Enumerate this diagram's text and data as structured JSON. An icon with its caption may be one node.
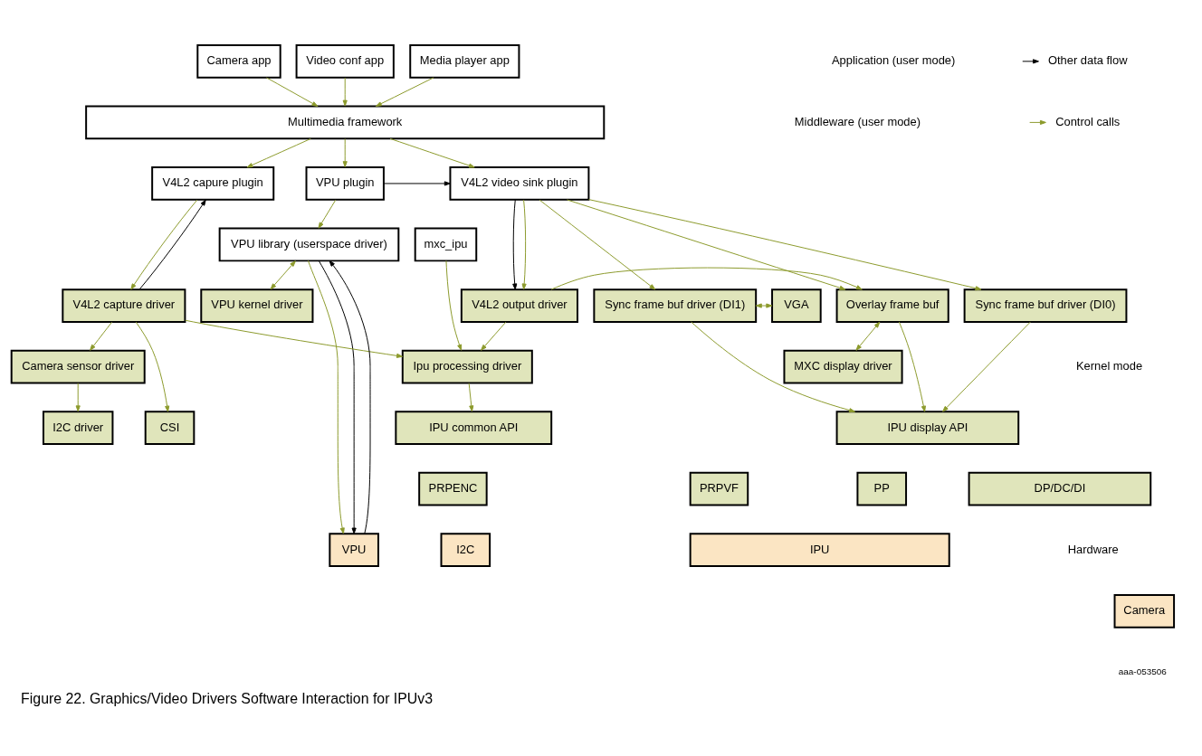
{
  "diagram": {
    "caption": "Figure 22. Graphics/Video Drivers Software Interaction for IPUv3",
    "nodes": [
      {
        "text": [
          "Camera app"
        ]
      },
      {
        "text": [
          "Video conf app"
        ]
      },
      {
        "text": [
          "Media player app"
        ]
      },
      {
        "text": [
          "Multimedia framework"
        ]
      },
      {
        "text": [
          "V4L2 capure plugin"
        ]
      },
      {
        "text": [
          "V4L2 video sink plugin"
        ]
      },
      {
        "text": [
          "VPU plugin"
        ]
      },
      {
        "text": [
          "mxc_ipu"
        ]
      },
      {
        "text": [
          "VPU library (userspace driver)"
        ]
      },
      {
        "text": [
          "V4L2 capture driver"
        ]
      },
      {
        "text": [
          "V4L2 output driver"
        ]
      },
      {
        "text": [
          "Overlay frame buf"
        ]
      },
      {
        "text": [
          "Sync frame buf driver (DI0)"
        ]
      },
      {
        "text": [
          "Sync frame buf driver (DI1)"
        ]
      },
      {
        "text": [
          "VGA"
        ]
      },
      {
        "text": [
          "VPU kernel driver"
        ]
      },
      {
        "text": [
          "Camera sensor driver"
        ]
      },
      {
        "text": [
          "Ipu processing driver"
        ]
      },
      {
        "text": [
          "MXC display driver"
        ]
      },
      {
        "text": [
          "I2C driver"
        ]
      },
      {
        "text": [
          "CSI"
        ]
      },
      {
        "text": [
          "IPU common API"
        ]
      },
      {
        "text": [
          "IPU display API"
        ]
      },
      {
        "text": [
          "PRPENC"
        ]
      },
      {
        "text": [
          "PRPVF"
        ]
      },
      {
        "text": [
          "PP"
        ]
      },
      {
        "text": [
          "DP/DC/DI"
        ]
      },
      {
        "text": [
          "I2C"
        ]
      },
      {
        "text": [
          "Camera"
        ]
      },
      {
        "text": [
          "IPU"
        ]
      },
      {
        "text": [
          "VPU"
        ]
      }
    ],
    "edges": [
      {
        "from": 0,
        "to": 3,
        "arrow": "to"
      },
      {
        "from": 1,
        "to": 3,
        "arrow": "to"
      },
      {
        "from": 2,
        "to": 3,
        "arrow": "to"
      },
      {
        "from": 3,
        "to": 4,
        "arrow": "to"
      },
      {
        "from": 3,
        "to": 5,
        "arrow": "to"
      },
      {
        "from": 3,
        "to": 6,
        "arrow": "to"
      },
      {
        "from": 6,
        "to": 5,
        "arrow": "to",
        "color": "#000000"
      },
      {
        "from": 6,
        "to": 8,
        "arrow": "to"
      },
      {
        "from": 4,
        "to": 9,
        "arrow": "to"
      },
      {
        "from": 9,
        "to": 4,
        "arrow": "to",
        "color": "#000000"
      },
      {
        "from": 7,
        "to": 17,
        "arrow": "to"
      },
      {
        "from": 5,
        "to": 10,
        "arrow": "to",
        "color": "#000000"
      },
      {
        "from": 5,
        "to": 10,
        "arrow": "to"
      },
      {
        "from": 5,
        "to": 11,
        "arrow": "to"
      },
      {
        "from": 5,
        "to": 12,
        "arrow": "to"
      },
      {
        "from": 5,
        "to": 13,
        "arrow": "to"
      },
      {
        "from": 8,
        "to": 15,
        "arrow": "both"
      },
      {
        "from": 8,
        "to": 30,
        "arrow": "to"
      },
      {
        "from": 8,
        "to": 30,
        "arrow": "to",
        "color": "#000000"
      },
      {
        "from": 30,
        "to": 8,
        "arrow": "to",
        "color": "#000000"
      },
      {
        "from": 9,
        "to": 17,
        "arrow": "to"
      },
      {
        "from": 10,
        "to": 17,
        "arrow": "to"
      },
      {
        "from": 10,
        "to": 11,
        "arrow": "to"
      },
      {
        "from": 13,
        "to": 14,
        "arrow": "both"
      },
      {
        "from": 9,
        "to": 16,
        "arrow": "to"
      },
      {
        "from": 9,
        "to": 20,
        "arrow": "to"
      },
      {
        "from": 17,
        "to": 21,
        "arrow": "to"
      },
      {
        "from": 16,
        "to": 19,
        "arrow": "to"
      },
      {
        "from": 11,
        "to": 22,
        "arrow": "to"
      },
      {
        "from": 12,
        "to": 22,
        "arrow": "to"
      },
      {
        "from": 13,
        "to": 22,
        "arrow": "to"
      },
      {
        "from": 11,
        "to": 18,
        "arrow": "both"
      }
    ],
    "labels": [
      "Application (user mode)",
      "Middleware (user mode)",
      "Kernel mode",
      "Hardware",
      "aaa-053506"
    ],
    "legend": [
      {
        "text": "Other data flow"
      },
      {
        "text": "Control calls"
      }
    ]
  }
}
